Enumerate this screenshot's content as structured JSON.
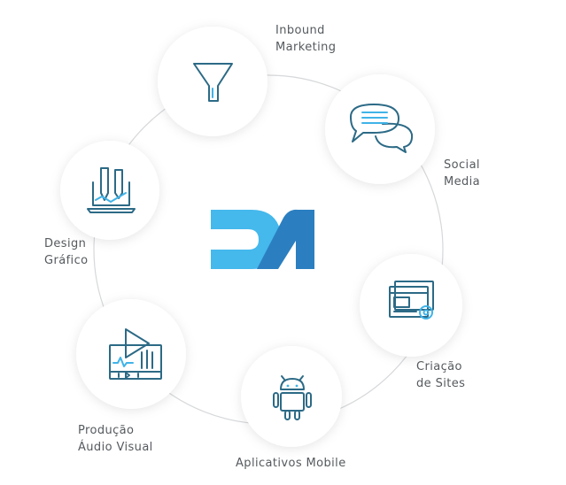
{
  "colors": {
    "ring": "#d6d8da",
    "icon_dark": "#2c6a86",
    "icon_accent": "#3fb3e8",
    "logo_light": "#45b8ec",
    "logo_dark": "#2b7fc0",
    "label": "#555a5e"
  },
  "center_logo": {
    "letters": "DM",
    "icon": "dm-logo"
  },
  "services": [
    {
      "id": "inbound",
      "label_lines": [
        "Inbound",
        "Marketing"
      ],
      "icon": "funnel-icon"
    },
    {
      "id": "social",
      "label_lines": [
        "Social",
        "Media"
      ],
      "icon": "chat-bubbles-icon"
    },
    {
      "id": "sites",
      "label_lines": [
        "Criação",
        "de Sites"
      ],
      "icon": "browser-gear-icon"
    },
    {
      "id": "mobile",
      "label_lines": [
        "Aplicativos Mobile"
      ],
      "icon": "android-icon"
    },
    {
      "id": "audio",
      "label_lines": [
        "Produção",
        "Áudio Visual"
      ],
      "icon": "media-player-icon"
    },
    {
      "id": "design",
      "label_lines": [
        "Design",
        "Gráfico"
      ],
      "icon": "design-tools-icon"
    }
  ]
}
